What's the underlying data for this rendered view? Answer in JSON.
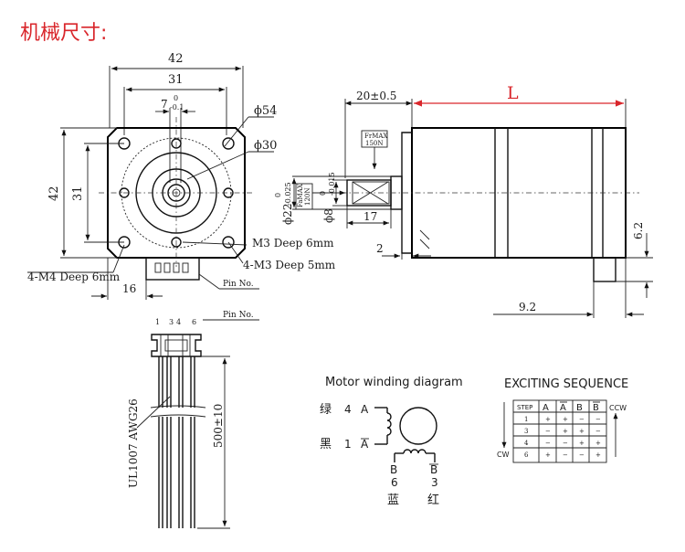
{
  "title": "机械尺寸:",
  "front": {
    "dim_42_top": "42",
    "dim_31_top": "31",
    "dim_7_main": "7",
    "dim_7_tol": "-0.1",
    "dim_7_zero": "0",
    "dim_phi54": "ϕ54",
    "dim_phi30": "ϕ30",
    "dim_42_left": "42",
    "dim_31_left": "31",
    "label_m3_6": "M3 Deep 6mm",
    "label_4m3_5": "4-M3 Deep 5mm",
    "label_4m4_6": "4-M4 Deep 6mm",
    "dim_16": "16",
    "pin_no": "Pin No."
  },
  "side": {
    "dim_20": "20±0.5",
    "dim_L": "L",
    "fr_max_a": "FrMAX",
    "fr_max_b": "150N",
    "fa_max_a": "FaMAX",
    "fa_max_b": "120N",
    "dim_phi22_main": "ϕ22",
    "dim_phi22_tol": "-0.025",
    "dim_phi22_zero": "0",
    "dim_phi8_main": "ϕ8",
    "dim_phi8_tol": "-0.015",
    "dim_phi8_zero": "0",
    "dim_17": "17",
    "dim_2": "2",
    "dim_62": "6.2",
    "dim_92": "9.2"
  },
  "cable": {
    "pins": [
      "1",
      "3",
      "4",
      "6"
    ],
    "pin_no": "Pin No.",
    "awg": "UL1007  AWG26",
    "length": "500±10"
  },
  "winding": {
    "heading": "Motor winding diagram",
    "green_cn": "绿",
    "green_num": "4",
    "green_phase": "A",
    "black_cn": "黑",
    "black_num": "1",
    "black_phase": "A",
    "b_phase": "B",
    "b_num": "6",
    "b_cn": "蓝",
    "bbar_phase": "B",
    "bbar_num": "3",
    "bbar_cn": "红"
  },
  "sequence": {
    "heading": "EXCITING SEQUENCE",
    "columns": [
      "STEP",
      "A",
      "A",
      "B",
      "B"
    ],
    "rows": [
      [
        "1",
        "+",
        "+",
        "−",
        "−"
      ],
      [
        "3",
        "−",
        "+",
        "+",
        "−"
      ],
      [
        "4",
        "−",
        "−",
        "+",
        "+"
      ],
      [
        "6",
        "+",
        "−",
        "−",
        "+"
      ]
    ],
    "ccw": "CCW",
    "cw": "CW"
  }
}
